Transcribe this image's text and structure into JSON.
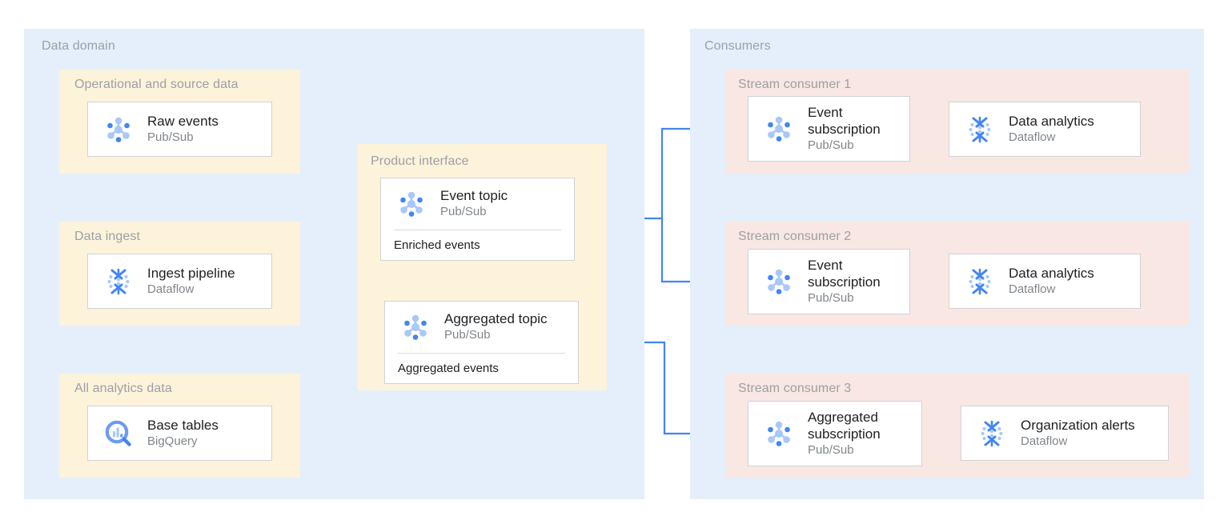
{
  "accent_colors": {
    "panel_domain_bg": "#e5effb",
    "panel_sub_bg": "#fdf3da",
    "panel_consumer_bg": "#f9e7e3",
    "card_bg": "#ffffff",
    "card_border": "#cfd2d6",
    "panel_title_text": "#9aa0a6",
    "card_title_text": "#202124",
    "card_sub_text": "#80868b",
    "connector_line": "#4285f4",
    "icon_blue_dark": "#4285f4",
    "icon_blue_light": "#a8c7fa"
  },
  "left_region": {
    "title": "Data domain",
    "sections": [
      {
        "id": "operational-and-source-data",
        "title": "Operational and source data",
        "cards": [
          {
            "id": "raw-events",
            "title": "Raw events",
            "subtitle": "Pub/Sub",
            "icon": "pubsub-icon"
          }
        ]
      },
      {
        "id": "data-ingest",
        "title": "Data ingest",
        "cards": [
          {
            "id": "ingest-pipeline",
            "title": "Ingest pipeline",
            "subtitle": "Dataflow",
            "icon": "dataflow-icon"
          }
        ]
      },
      {
        "id": "all-analytics-data",
        "title": "All analytics data",
        "cards": [
          {
            "id": "base-tables",
            "title": "Base tables",
            "subtitle": "BigQuery",
            "icon": "bigquery-icon"
          }
        ]
      },
      {
        "id": "product-interface",
        "title": "Product interface",
        "cards": [
          {
            "id": "event-topic",
            "title": "Event topic",
            "subtitle": "Pub/Sub",
            "icon": "pubsub-icon",
            "footer": "Enriched events"
          },
          {
            "id": "aggregated-topic",
            "title": "Aggregated topic",
            "subtitle": "Pub/Sub",
            "icon": "pubsub-icon",
            "footer": "Aggregated events"
          }
        ]
      }
    ]
  },
  "right_region": {
    "title": "Consumers",
    "sections": [
      {
        "id": "stream-consumer-1",
        "title": "Stream consumer 1",
        "cards": [
          {
            "id": "event-subscription-1",
            "title": "Event subscription",
            "subtitle": "Pub/Sub",
            "icon": "pubsub-icon"
          },
          {
            "id": "data-analytics-1",
            "title": "Data analytics",
            "subtitle": "Dataflow",
            "icon": "dataflow-icon"
          }
        ]
      },
      {
        "id": "stream-consumer-2",
        "title": "Stream consumer 2",
        "cards": [
          {
            "id": "event-subscription-2",
            "title": "Event subscription",
            "subtitle": "Pub/Sub",
            "icon": "pubsub-icon"
          },
          {
            "id": "data-analytics-2",
            "title": "Data analytics",
            "subtitle": "Dataflow",
            "icon": "dataflow-icon"
          }
        ]
      },
      {
        "id": "stream-consumer-3",
        "title": "Stream consumer 3",
        "cards": [
          {
            "id": "aggregated-subscription",
            "title": "Aggregated subscription",
            "subtitle": "Pub/Sub",
            "icon": "pubsub-icon"
          },
          {
            "id": "organization-alerts",
            "title": "Organization alerts",
            "subtitle": "Dataflow",
            "icon": "dataflow-icon"
          }
        ]
      }
    ]
  },
  "flows": [
    {
      "from": "raw-events",
      "to": "ingest-pipeline"
    },
    {
      "from": "ingest-pipeline",
      "to": "base-tables"
    },
    {
      "from": "ingest-pipeline",
      "to": "event-topic"
    },
    {
      "from": "ingest-pipeline",
      "to": "aggregated-topic"
    },
    {
      "from": "event-topic",
      "to": "event-subscription-1"
    },
    {
      "from": "event-topic",
      "to": "event-subscription-2"
    },
    {
      "from": "aggregated-topic",
      "to": "aggregated-subscription"
    },
    {
      "from": "event-subscription-1",
      "to": "data-analytics-1"
    },
    {
      "from": "event-subscription-2",
      "to": "data-analytics-2"
    },
    {
      "from": "aggregated-subscription",
      "to": "organization-alerts"
    }
  ]
}
